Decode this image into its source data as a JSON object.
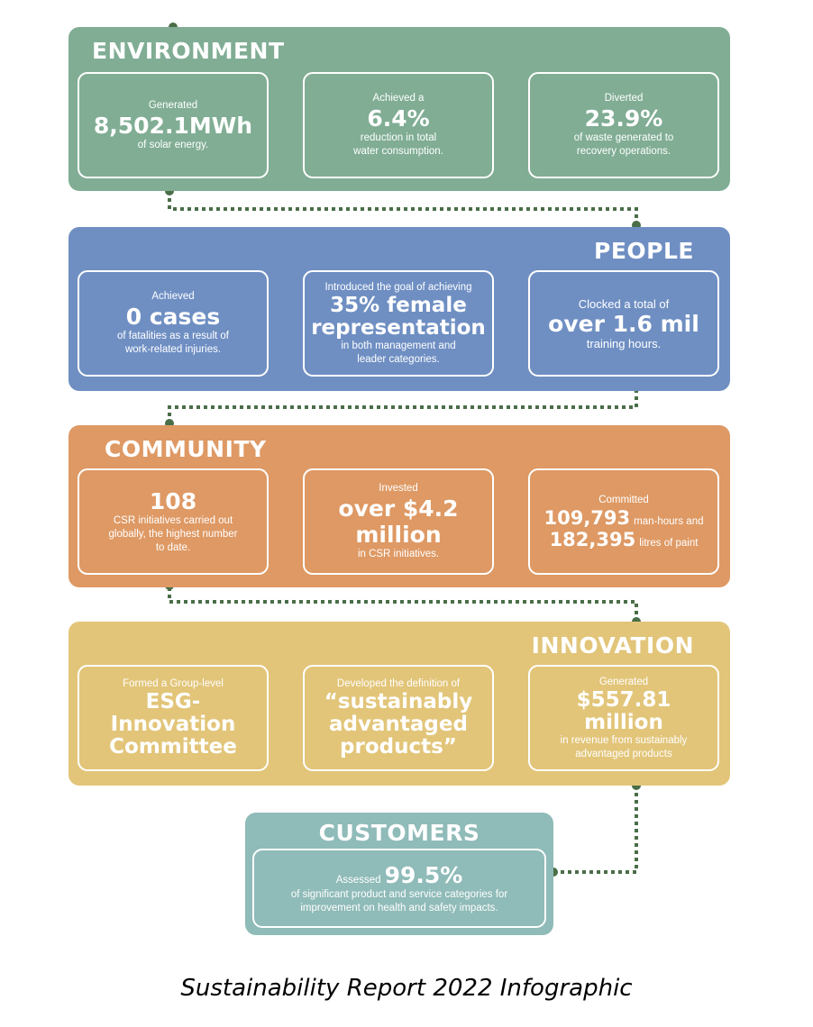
{
  "colors": {
    "environment": "#80ad94",
    "people": "#6f8fc3",
    "community": "#de9964",
    "innovation": "#e2c579",
    "customers": "#8fbbb8",
    "connector": "#4a6e48"
  },
  "environment": {
    "title": "ENVIRONMENT",
    "cards": [
      {
        "pre": "Generated",
        "value": "8,502.1MWh",
        "post": "of solar energy."
      },
      {
        "pre": "Achieved a",
        "value": "6.4%",
        "post_1": "reduction in total",
        "post_2": "water consumption."
      },
      {
        "pre": "Diverted",
        "value": "23.9%",
        "post_1": "of waste generated to",
        "post_2": "recovery operations."
      }
    ]
  },
  "people": {
    "title": "PEOPLE",
    "cards": [
      {
        "pre": "Achieved",
        "value": "0 cases",
        "post_1": "of fatalities as a result of",
        "post_2": "work-related injuries."
      },
      {
        "pre": "Introduced the goal of achieving",
        "value_1": "35% female",
        "value_2": "representation",
        "post_1": "in both management and",
        "post_2": "leader categories."
      },
      {
        "pre": "Clocked a total of",
        "value": "over 1.6 mil",
        "post": "training hours."
      }
    ]
  },
  "community": {
    "title": "COMMUNITY",
    "cards": [
      {
        "value": "108",
        "post_1": "CSR initiatives carried out",
        "post_2": "globally, the highest number",
        "post_3": "to date."
      },
      {
        "pre": "Invested",
        "value_1": "over $4.2",
        "value_2": "million",
        "post": "in CSR initiatives."
      },
      {
        "pre": "Committed",
        "value_1": "109,793",
        "unit_1": "man-hours and",
        "value_2": "182,395",
        "unit_2": "litres of paint"
      }
    ]
  },
  "innovation": {
    "title": "INNOVATION",
    "cards": [
      {
        "pre": "Formed a Group-level",
        "value_1": "ESG-Innovation",
        "value_2": "Committee"
      },
      {
        "pre": "Developed the definition of",
        "value_1": "“sustainably",
        "value_2": "advantaged",
        "value_3": "products”"
      },
      {
        "pre": "Generated",
        "value": "$557.81 million",
        "post_1": "in revenue from sustainably",
        "post_2": "advantaged products"
      }
    ]
  },
  "customers": {
    "title": "CUSTOMERS",
    "card": {
      "pre": "Assessed",
      "value": "99.5%",
      "post_1": "of significant product and service categories for",
      "post_2": "improvement on health and safety impacts."
    }
  },
  "caption": "Sustainability Report 2022 Infographic"
}
